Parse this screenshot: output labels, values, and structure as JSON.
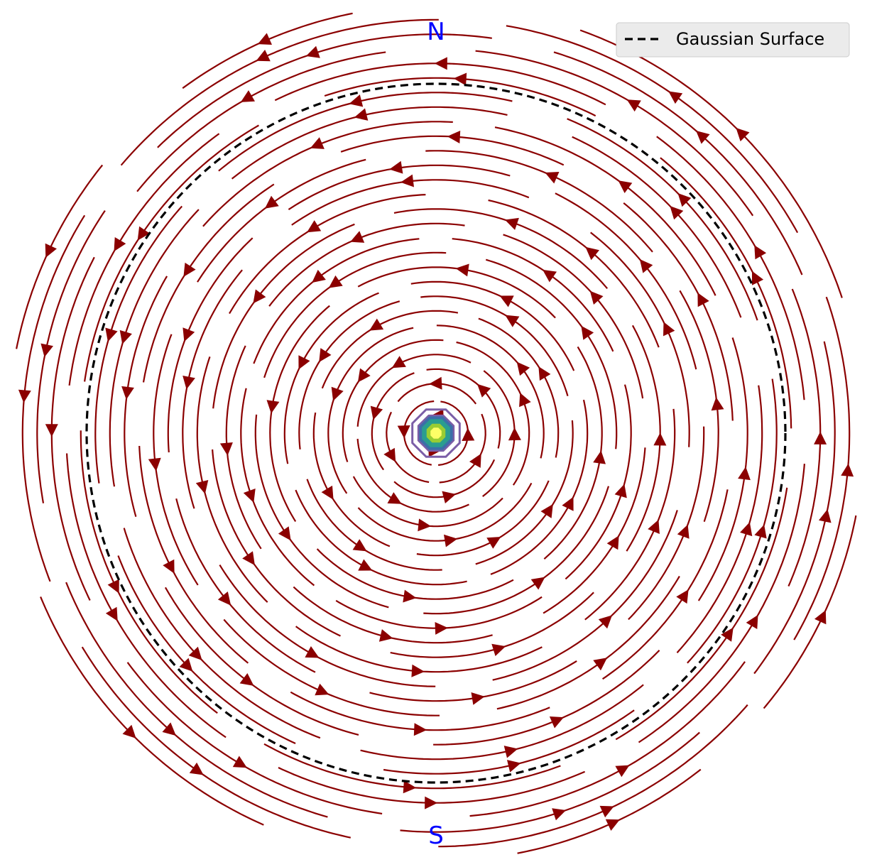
{
  "chart_data": {
    "type": "streamplot",
    "title": "",
    "xlabel": "",
    "ylabel": "",
    "axes_visible": false,
    "grid": false,
    "field": "circulating field around a point source at the origin, counter-clockwise",
    "streamline_radii": [
      0.3,
      0.55,
      0.85,
      1.1,
      1.35,
      1.6,
      1.85,
      2.1,
      2.35,
      2.6,
      2.85,
      3.1,
      3.35,
      3.6,
      3.85,
      4.1,
      4.35,
      4.6,
      4.85,
      5.1,
      5.35,
      5.6,
      5.85,
      6.1,
      6.35,
      6.6,
      6.85,
      7.1,
      7.35
    ],
    "xlim": [
      -7.5,
      7.5
    ],
    "ylim": [
      -7.5,
      7.5
    ],
    "source_contour_levels": [
      0.1,
      0.2,
      0.28,
      0.36
    ],
    "gaussian_surface": {
      "radius": 6.0,
      "style": "dashed"
    },
    "legend": {
      "placement": "top-right",
      "entries": [
        {
          "label": "Gaussian Surface",
          "style": "dashed",
          "color": "#000000"
        }
      ]
    },
    "annotations": [
      {
        "text": "N",
        "x": 0,
        "y": 6.9,
        "color": "#0000ff"
      },
      {
        "text": "S",
        "x": 0,
        "y": -6.9,
        "color": "#0000ff"
      }
    ],
    "colors": {
      "streamline": "#8b0000",
      "gaussian_surface": "#000000",
      "annotation": "#0000ff",
      "contours": [
        "#7b5ea7",
        "#3b6fa8",
        "#2a9d8f",
        "#9acd32",
        "#ffff66"
      ]
    }
  }
}
